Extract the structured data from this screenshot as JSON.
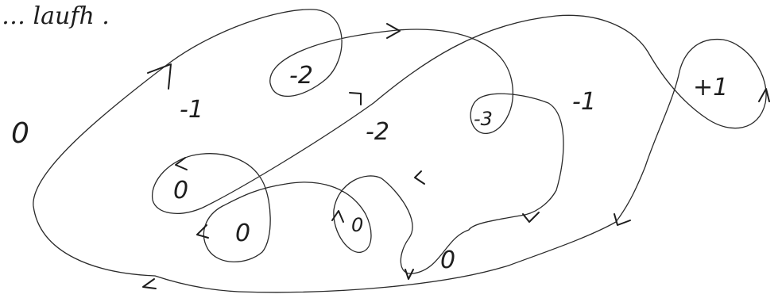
{
  "header_text": "… laufh .",
  "outside_value": "0",
  "region_values": {
    "minus_one_left": "-1",
    "minus_two_top": "-2",
    "minus_two_middle": "-2",
    "minus_three": "-3",
    "minus_one_right": "-1",
    "plus_one": "+1",
    "zero_left": "0",
    "zero_bottom_left": "0",
    "zero_middle": "0",
    "zero_bottom_right": "0"
  }
}
